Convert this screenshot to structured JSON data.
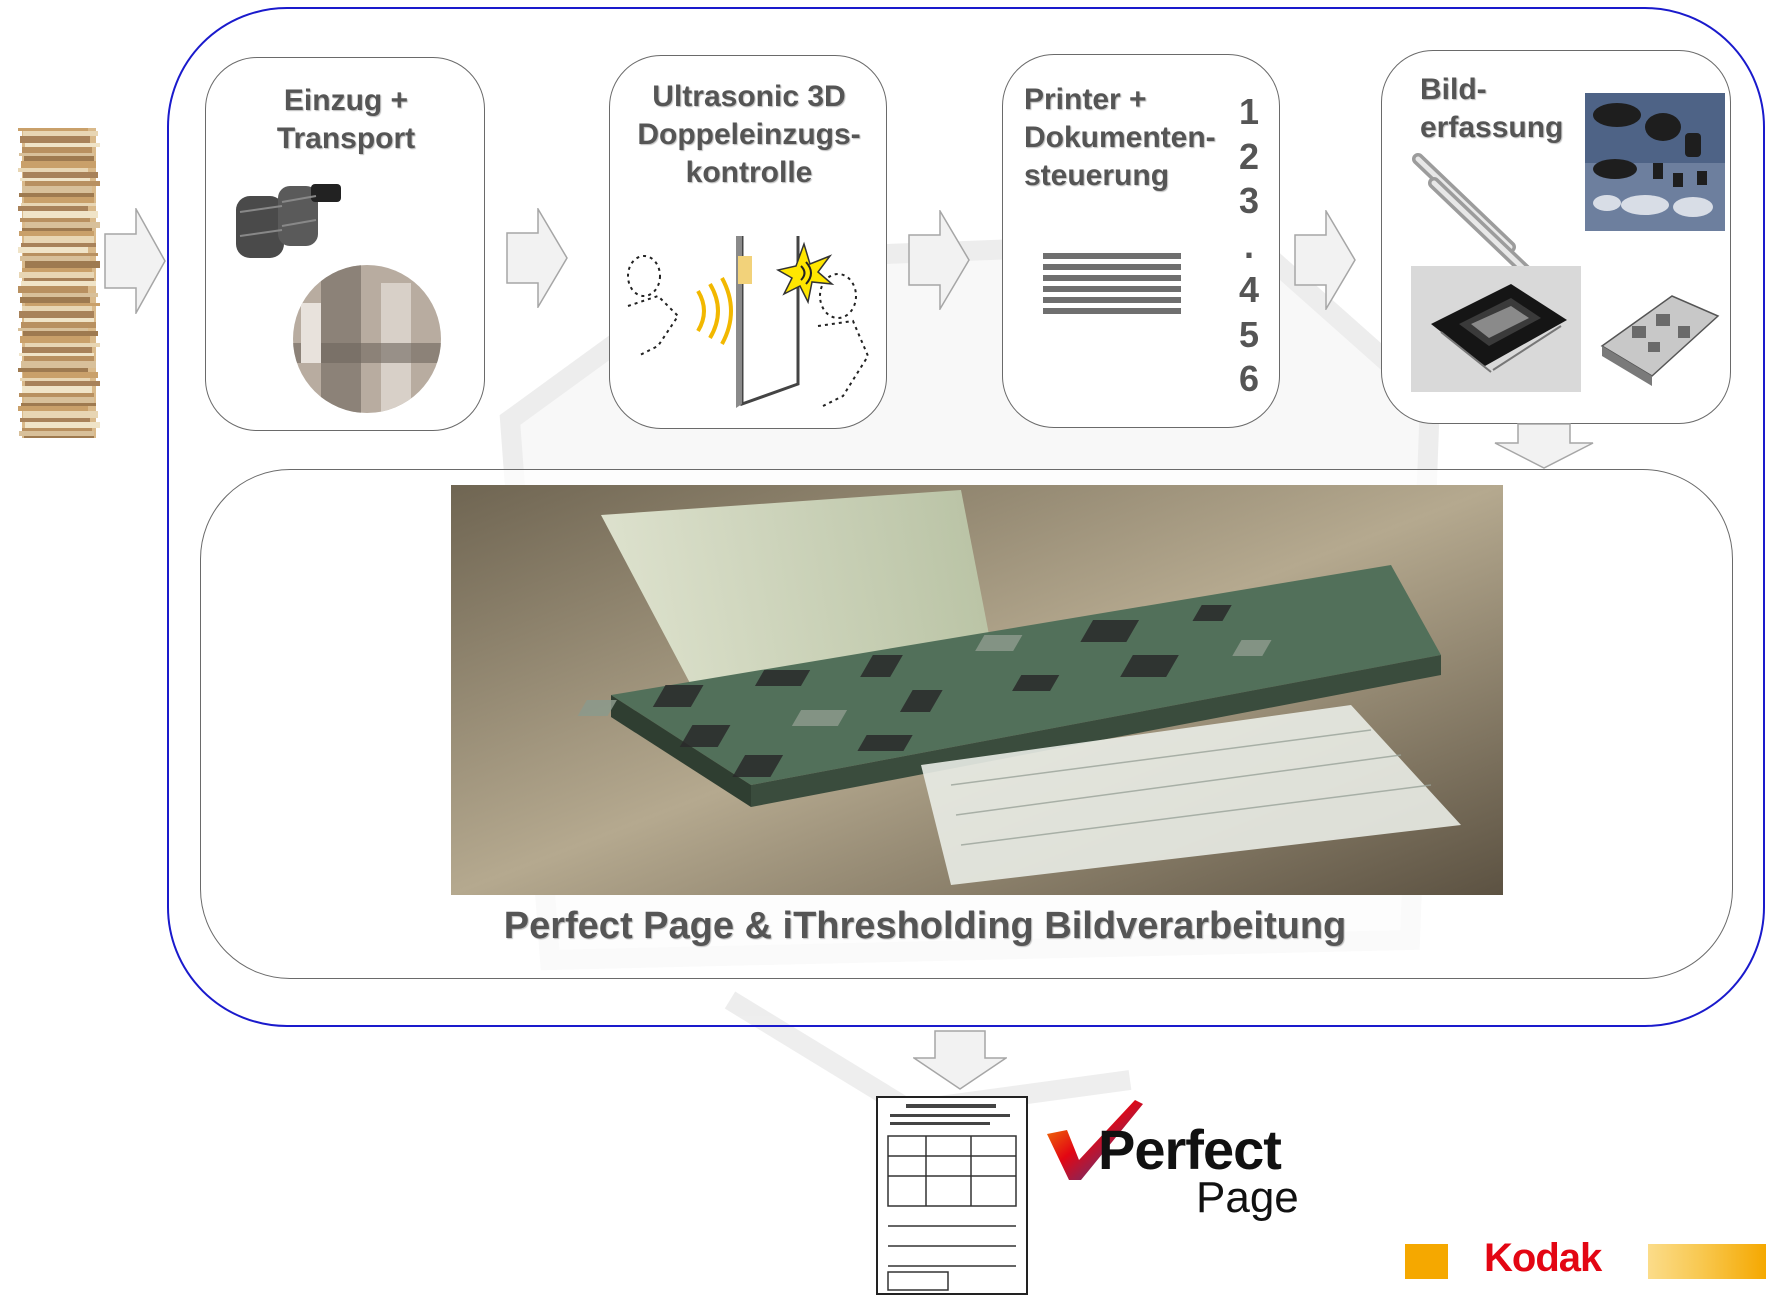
{
  "steps": [
    {
      "label_line1": "Einzug +",
      "label_line2": "Transport"
    },
    {
      "label_line1": "Ultrasonic 3D",
      "label_line2": "Doppeleinzugs-",
      "label_line3": "kontrolle"
    },
    {
      "label_line1": "Printer +",
      "label_line2": "Dokumenten-",
      "label_line3": "steuerung"
    },
    {
      "label_line1": "Bild-",
      "label_line2": "erfassung"
    }
  ],
  "counter_digits": [
    "1",
    "2",
    "3",
    ".",
    "4",
    "5",
    "6"
  ],
  "processing_caption": "Perfect Page & iThresholding Bildverarbeitung",
  "logo": {
    "line1": "Perfect",
    "line2": "Page"
  },
  "brand": {
    "name": "Kodak",
    "accent": "#f5a800",
    "brand_red": "#e30613"
  },
  "colors": {
    "frame_border": "#1a1acc",
    "label_gray": "#555555",
    "arrow_fill": "#f2f2f2"
  }
}
